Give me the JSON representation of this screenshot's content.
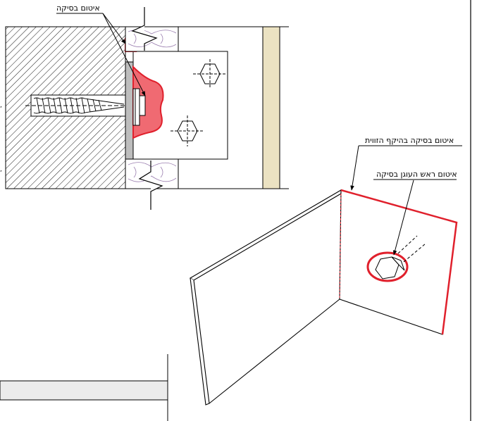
{
  "labels": {
    "sealant_top": "איטום בסיקה",
    "sealant_perimeter": "איטום בסיקה בהיקף הזווית",
    "sealant_screw_head": "איטום ראש העוגן בסיקה"
  },
  "colors": {
    "sealant": "#f06a72",
    "sealant_edge": "#e0202c",
    "line": "#000000",
    "wood": "#ebe2c2",
    "plate": "#bdbdbd",
    "insulation": "#9b7fb0"
  }
}
